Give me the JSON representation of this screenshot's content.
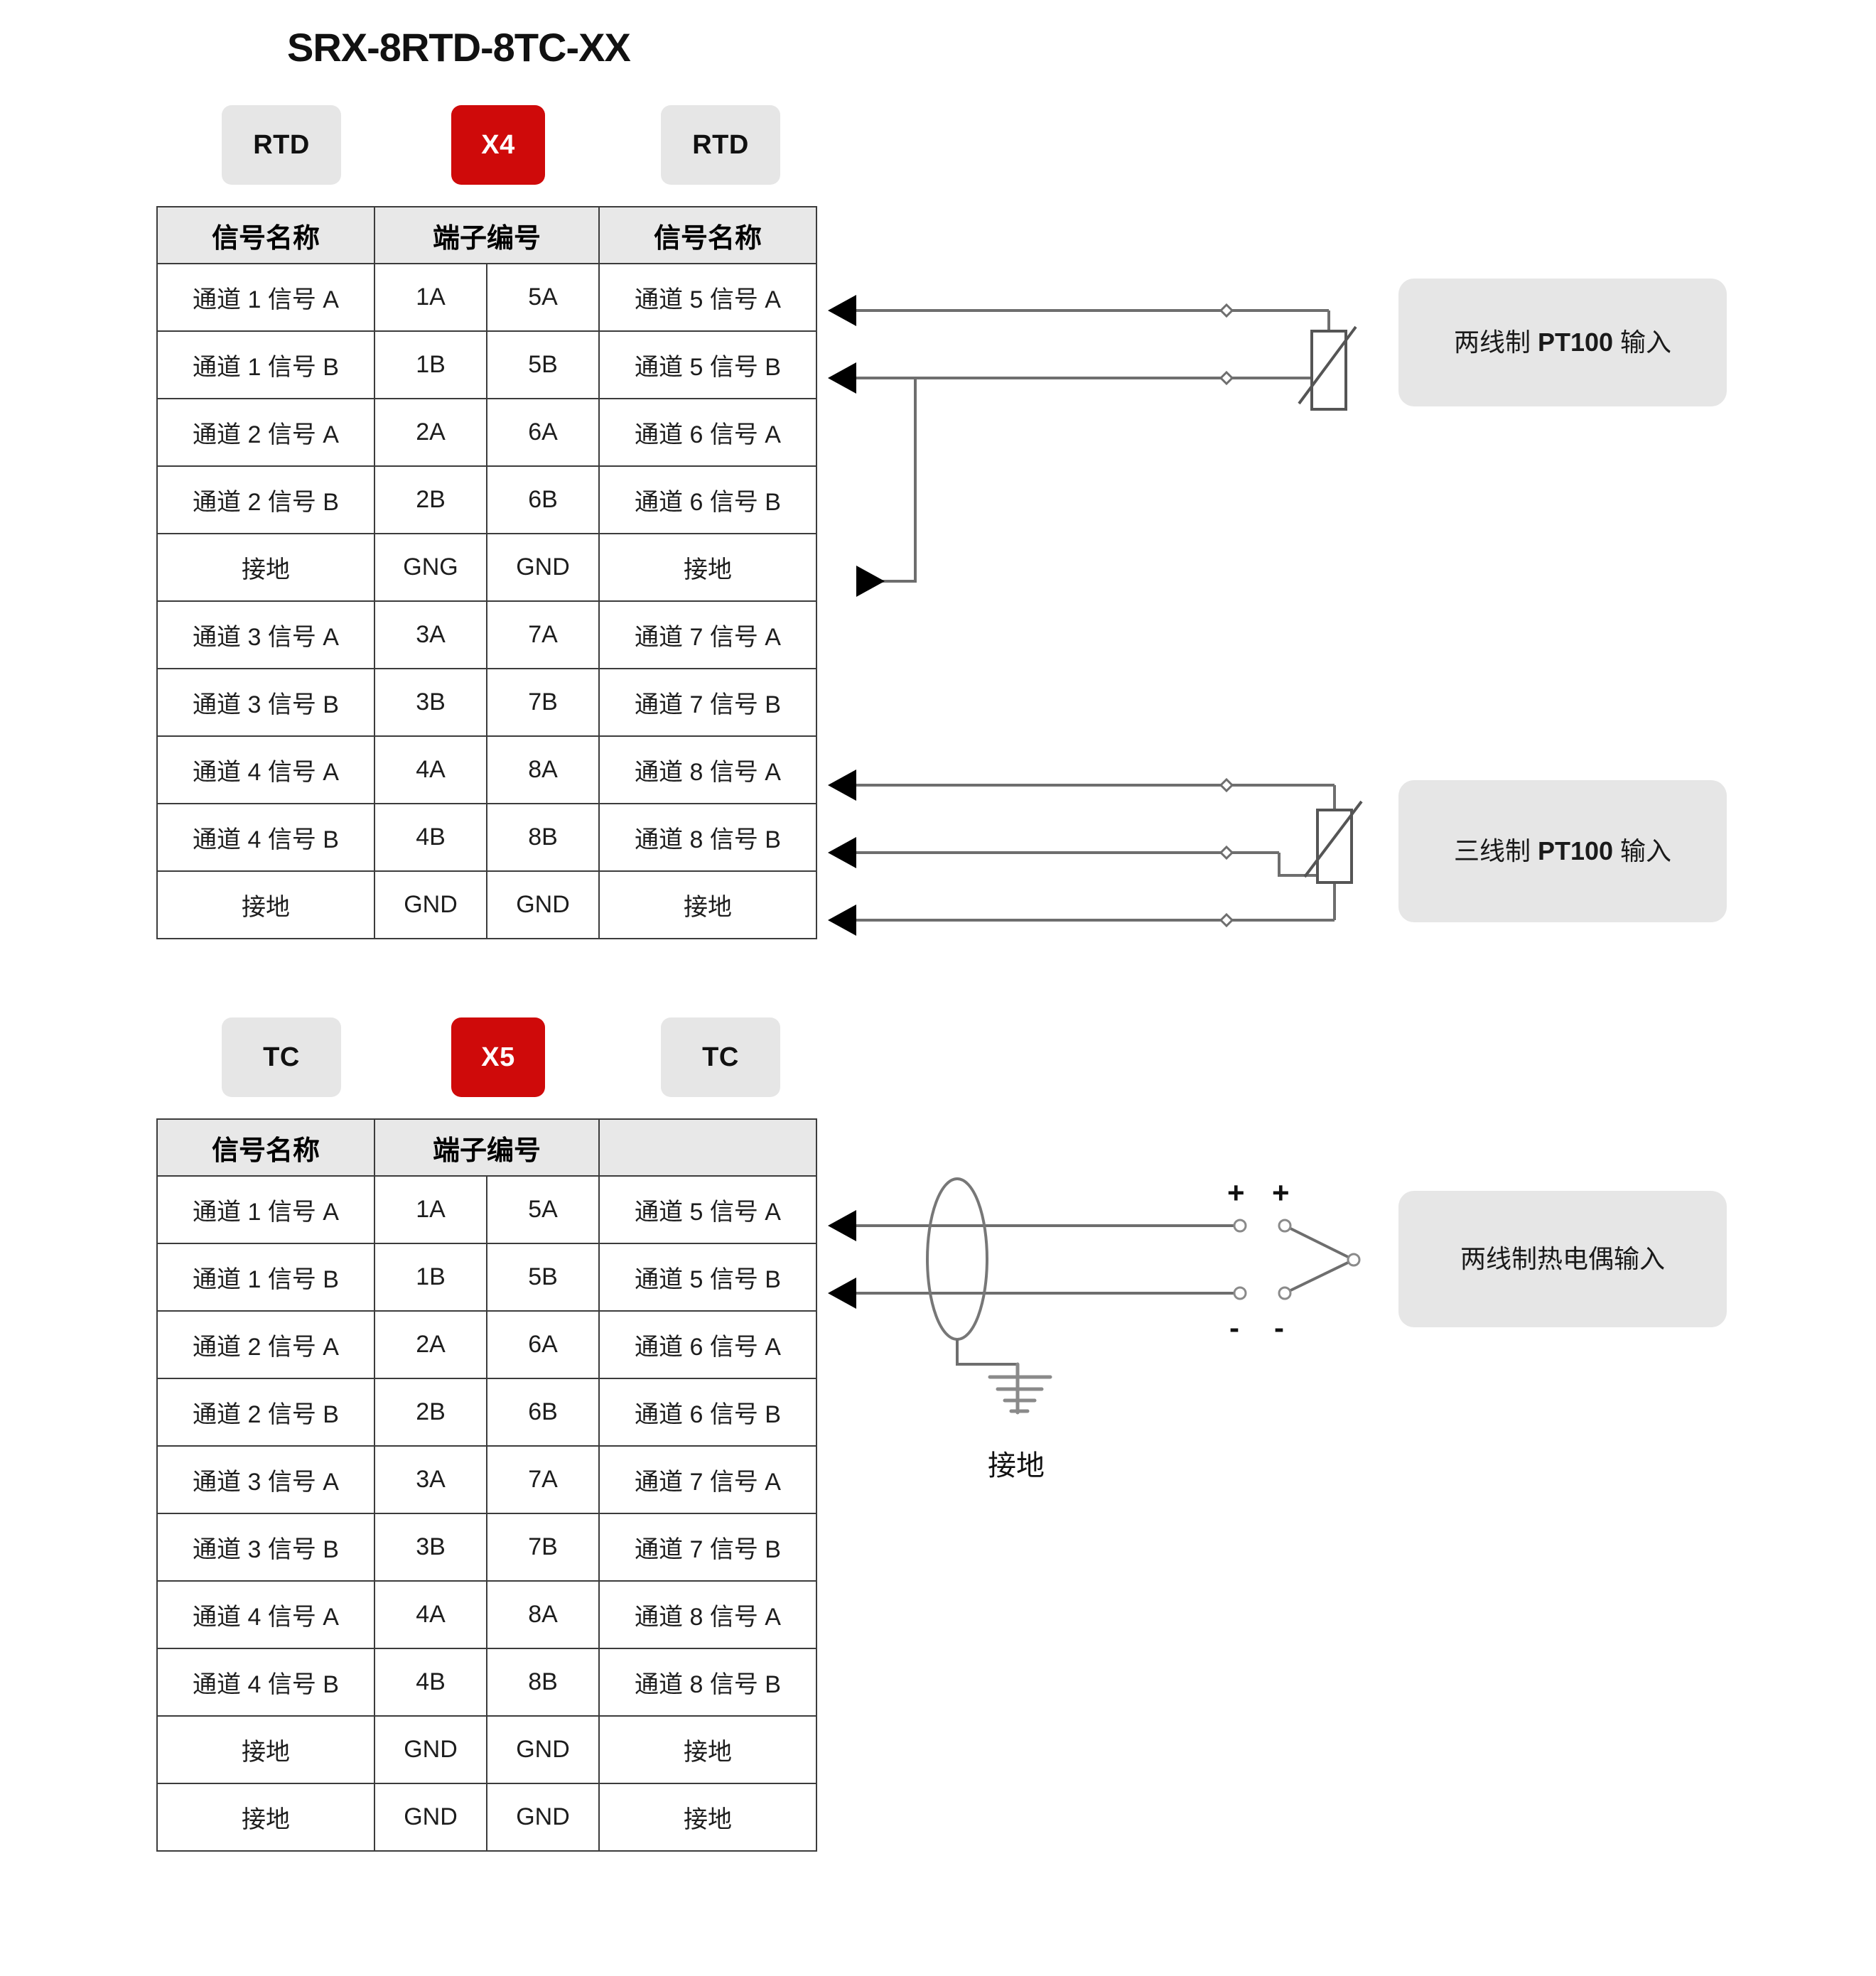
{
  "title": "SRX-8RTD-8TC-XX",
  "headers": {
    "signal": "信号名称",
    "terminal": "端子编号",
    "blank": ""
  },
  "section1": {
    "badges": {
      "left": "RTD",
      "center": "X4",
      "right": "RTD"
    },
    "rows": [
      {
        "left_signal": "通道 1 信号 A",
        "left_term": "1A",
        "right_term": "5A",
        "right_signal": "通道 5 信号 A"
      },
      {
        "left_signal": "通道 1 信号 B",
        "left_term": "1B",
        "right_term": "5B",
        "right_signal": "通道 5 信号 B"
      },
      {
        "left_signal": "通道 2 信号 A",
        "left_term": "2A",
        "right_term": "6A",
        "right_signal": "通道 6 信号 A"
      },
      {
        "left_signal": "通道 2 信号 B",
        "left_term": "2B",
        "right_term": "6B",
        "right_signal": "通道 6 信号 B"
      },
      {
        "left_signal": "接地",
        "left_term": "GNG",
        "right_term": "GND",
        "right_signal": "接地"
      },
      {
        "left_signal": "通道 3 信号 A",
        "left_term": "3A",
        "right_term": "7A",
        "right_signal": "通道 7 信号 A"
      },
      {
        "left_signal": "通道 3 信号 B",
        "left_term": "3B",
        "right_term": "7B",
        "right_signal": "通道 7 信号 B"
      },
      {
        "left_signal": "通道 4 信号 A",
        "left_term": "4A",
        "right_term": "8A",
        "right_signal": "通道 8 信号 A"
      },
      {
        "left_signal": "通道 4 信号 B",
        "left_term": "4B",
        "right_term": "8B",
        "right_signal": "通道 8 信号 B"
      },
      {
        "left_signal": "接地",
        "left_term": "GND",
        "right_term": "GND",
        "right_signal": "接地"
      }
    ],
    "callout_two_wire": {
      "prefix": "两线制 ",
      "emphasis": "PT100",
      "suffix": " 输入"
    },
    "callout_three_wire": {
      "prefix": "三线制 ",
      "emphasis": "PT100",
      "suffix": " 输入"
    }
  },
  "section2": {
    "badges": {
      "left": "TC",
      "center": "X5",
      "right": "TC"
    },
    "rows": [
      {
        "left_signal": "通道 1 信号 A",
        "left_term": "1A",
        "right_term": "5A",
        "right_signal": "通道 5 信号 A"
      },
      {
        "left_signal": "通道 1 信号 B",
        "left_term": "1B",
        "right_term": "5B",
        "right_signal": "通道 5 信号 B"
      },
      {
        "left_signal": "通道 2 信号 A",
        "left_term": "2A",
        "right_term": "6A",
        "right_signal": "通道 6 信号 A"
      },
      {
        "left_signal": "通道 2 信号 B",
        "left_term": "2B",
        "right_term": "6B",
        "right_signal": "通道 6 信号 B"
      },
      {
        "left_signal": "通道 3 信号 A",
        "left_term": "3A",
        "right_term": "7A",
        "right_signal": "通道 7 信号 A"
      },
      {
        "left_signal": "通道 3 信号 B",
        "left_term": "3B",
        "right_term": "7B",
        "right_signal": "通道 7 信号 B"
      },
      {
        "left_signal": "通道 4 信号 A",
        "left_term": "4A",
        "right_term": "8A",
        "right_signal": "通道 8 信号 A"
      },
      {
        "left_signal": "通道 4 信号 B",
        "left_term": "4B",
        "right_term": "8B",
        "right_signal": "通道 8 信号 B"
      },
      {
        "left_signal": "接地",
        "left_term": "GND",
        "right_term": "GND",
        "right_signal": "接地"
      },
      {
        "left_signal": "接地",
        "left_term": "GND",
        "right_term": "GND",
        "right_signal": "接地"
      }
    ],
    "callout_thermocouple": "两线制热电偶输入",
    "ground_label": "接地",
    "polarity": {
      "plus": "+",
      "minus": "-"
    }
  },
  "colors": {
    "accent_red": "#cf0a0a",
    "badge_grey": "#e6e6e6",
    "border": "#3c3c3c",
    "wire": "#6e6e6e"
  }
}
